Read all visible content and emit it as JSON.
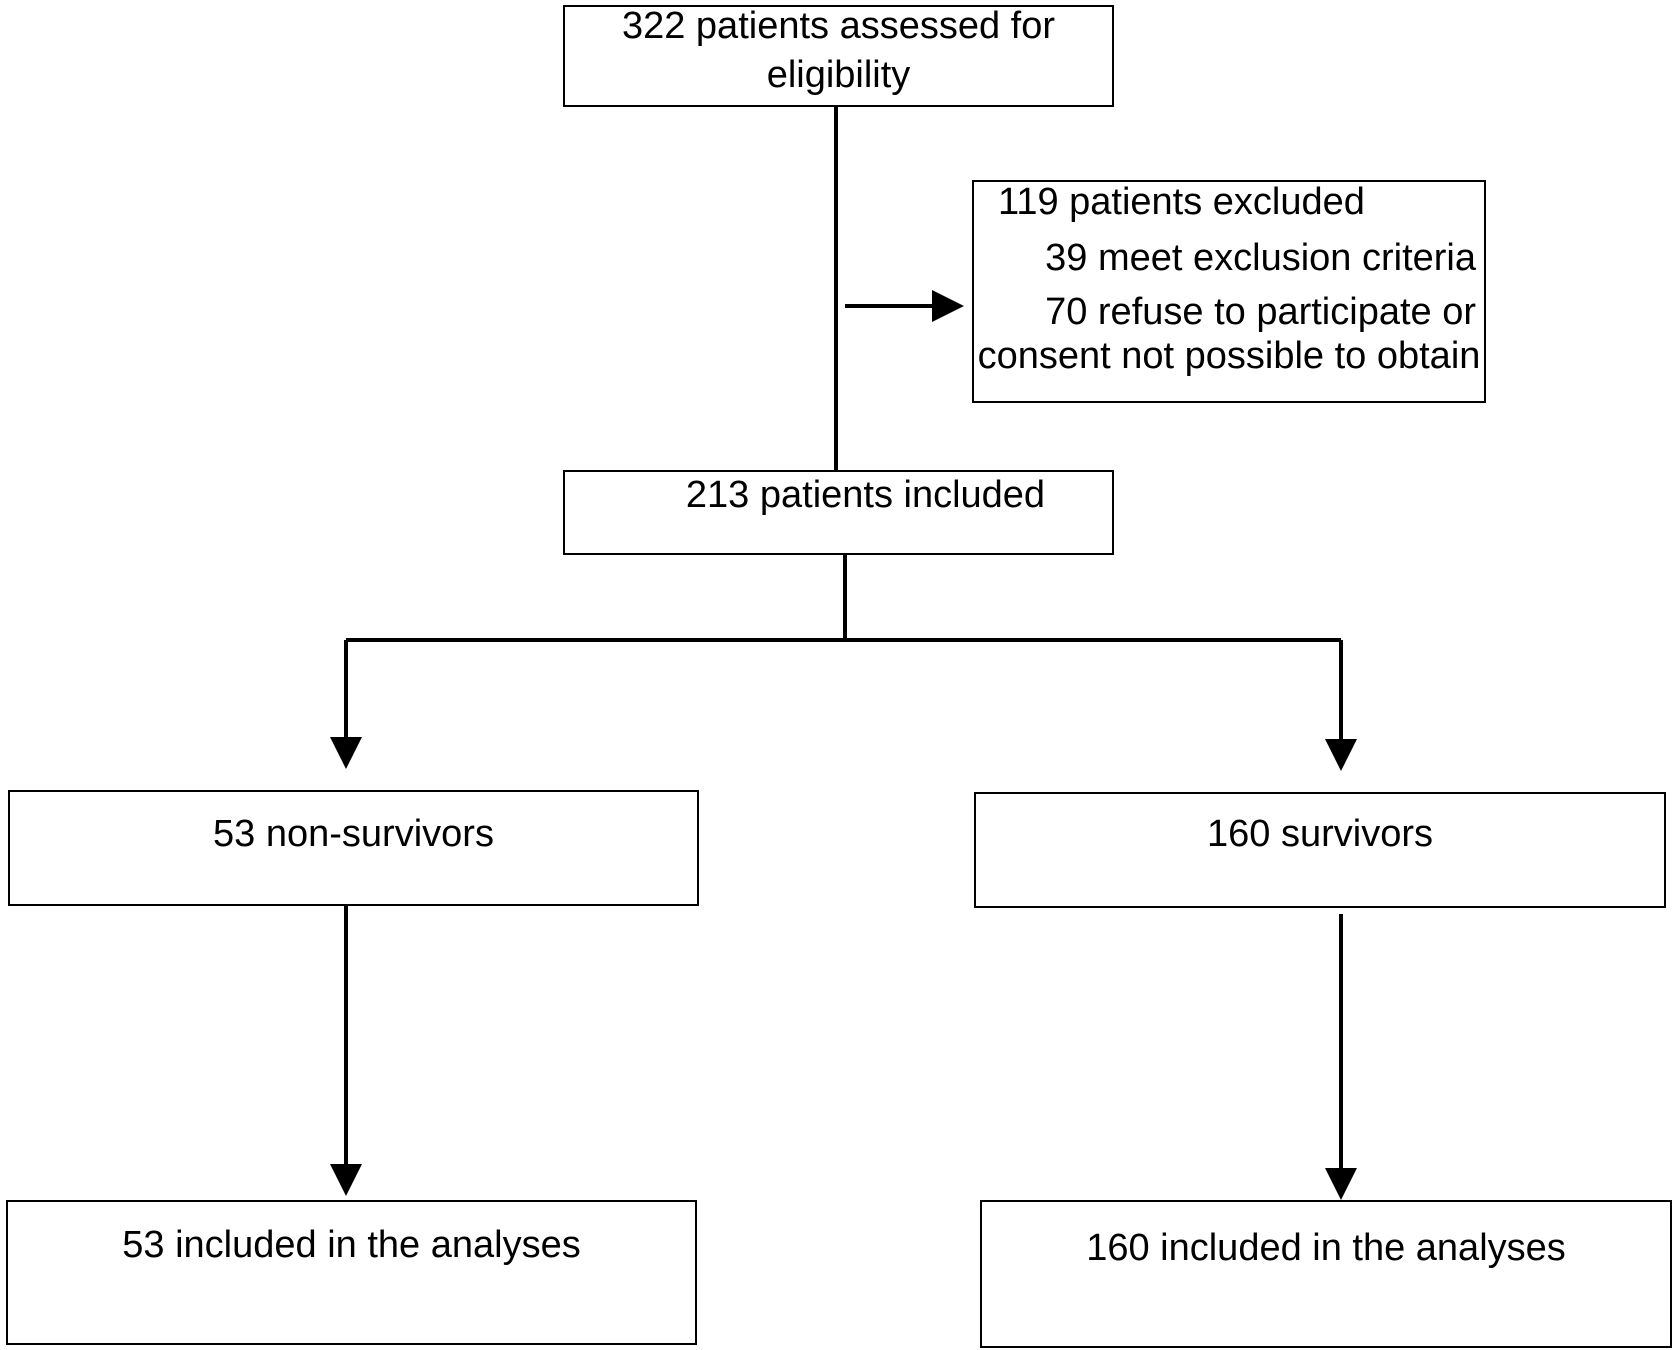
{
  "assessed": {
    "line1": "322 patients assessed for",
    "line2": "eligibility"
  },
  "excluded": {
    "title": "119 patients excluded",
    "reason1": "39 meet exclusion criteria",
    "reason2_line1": "70 refuse to participate or",
    "reason2_line2": "consent not possible to obtain"
  },
  "included": {
    "label": "213 patients included"
  },
  "non_survivors": {
    "label": "53 non-survivors",
    "analysis": "53 included in the analyses"
  },
  "survivors": {
    "label": "160 survivors",
    "analysis": "160 included in the analyses"
  }
}
